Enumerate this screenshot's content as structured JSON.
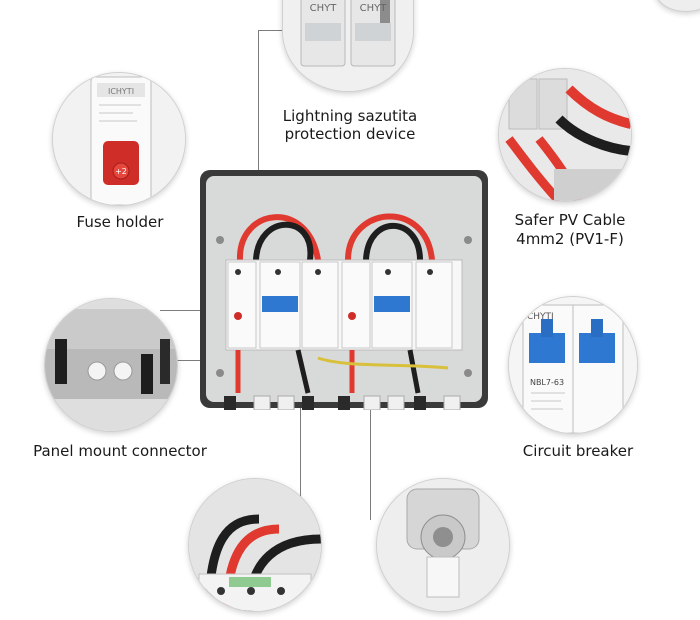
{
  "callouts": {
    "lightning": {
      "line1": "Lightning sazutita",
      "line2": "protection device"
    },
    "fuse_holder": {
      "label": "Fuse holder"
    },
    "pv_cable": {
      "line1": "Safer PV Cable",
      "line2": "4mm2 (PV1-F)"
    },
    "panel_connector": {
      "label": "Panel mount connector"
    },
    "circuit_breaker": {
      "label": "Circuit breaker"
    }
  },
  "product_text": {
    "brand": "CHYT",
    "brand_alt": "ICHYTI",
    "breaker_model": "NBL7-63",
    "fuse_badge": "+2"
  },
  "colors": {
    "enclosure": "#d8d9d9",
    "cable_red": "#e0392f",
    "cable_black": "#1e1e1e",
    "breaker_blue": "#2f78d2",
    "leader_line": "#7c7c7c"
  }
}
